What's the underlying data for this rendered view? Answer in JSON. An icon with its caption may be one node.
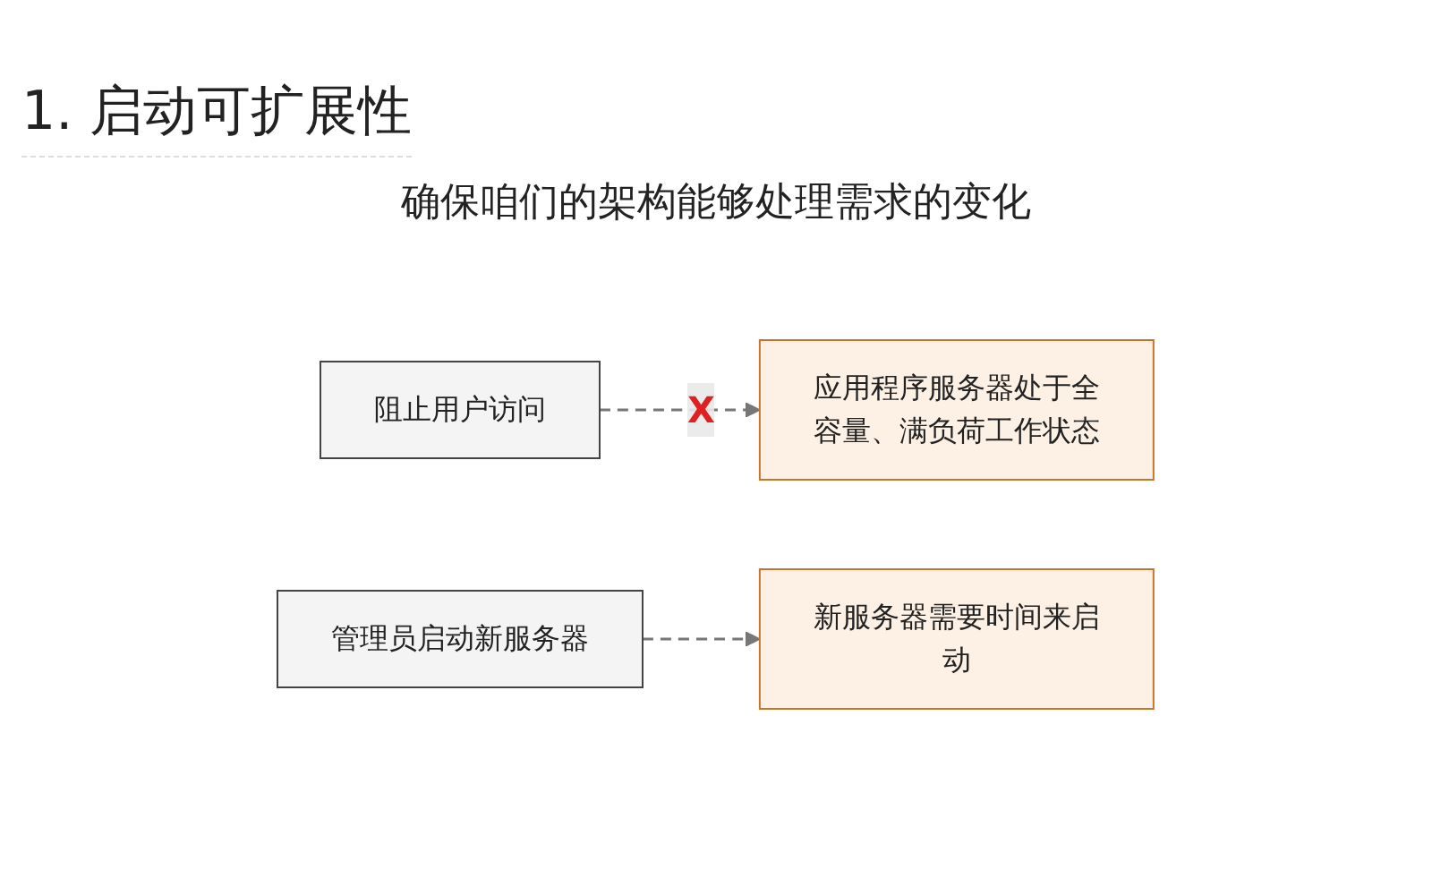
{
  "diagram": {
    "title": "1. 启动可扩展性",
    "nodes": [
      {
        "text": [
          "阻止用户访问"
        ]
      },
      {
        "text": [
          "应用程序服务器处于全容量、满负荷工作状态"
        ]
      },
      {
        "text": [
          "管理员启动新服务器"
        ]
      },
      {
        "text": [
          "新服务器需要时间来启动"
        ]
      }
    ],
    "edges": [
      {
        "from": 0,
        "to": 1,
        "arrow": "to",
        "style": "dashed",
        "label": "X"
      },
      {
        "from": 2,
        "to": 3,
        "arrow": "to",
        "style": "dashed"
      }
    ],
    "labels": [
      "确保咱们的架构能够处理需求的变化"
    ]
  }
}
